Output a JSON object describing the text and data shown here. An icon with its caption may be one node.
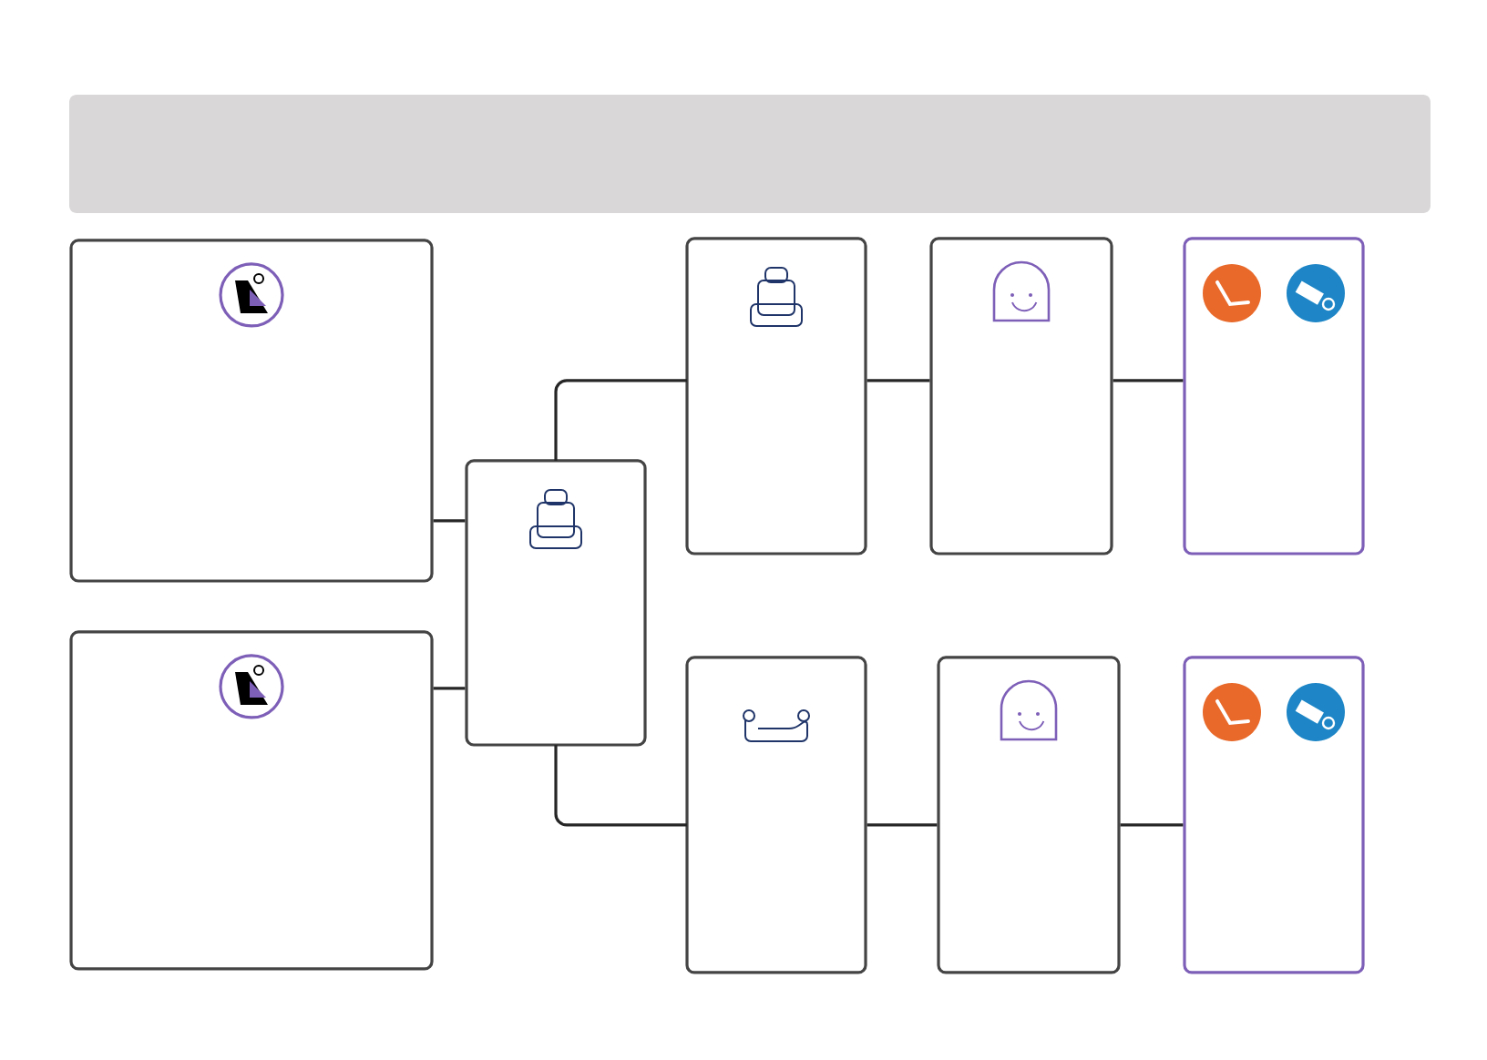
{
  "diagram": {
    "nodes": [
      {
        "text": [],
        "shape": "box"
      },
      {
        "text": [],
        "shape": "box"
      },
      {
        "text": [],
        "shape": "box"
      },
      {
        "text": [],
        "shape": "box"
      },
      {
        "text": [],
        "shape": "box"
      },
      {
        "text": [],
        "shape": "box"
      },
      {
        "text": [],
        "shape": "box"
      },
      {
        "text": [],
        "shape": "box"
      },
      {
        "text": [],
        "shape": "box"
      }
    ],
    "edges": [
      {
        "from": 0,
        "to": 2,
        "arrow": "none"
      },
      {
        "from": 1,
        "to": 2,
        "arrow": "none"
      },
      {
        "from": 2,
        "to": 3,
        "arrow": "none"
      },
      {
        "from": 2,
        "to": 6,
        "arrow": "none"
      },
      {
        "from": 3,
        "to": 4,
        "arrow": "none"
      },
      {
        "from": 4,
        "to": 5,
        "arrow": "none"
      },
      {
        "from": 6,
        "to": 7,
        "arrow": "none"
      },
      {
        "from": 7,
        "to": 8,
        "arrow": "none"
      }
    ]
  }
}
